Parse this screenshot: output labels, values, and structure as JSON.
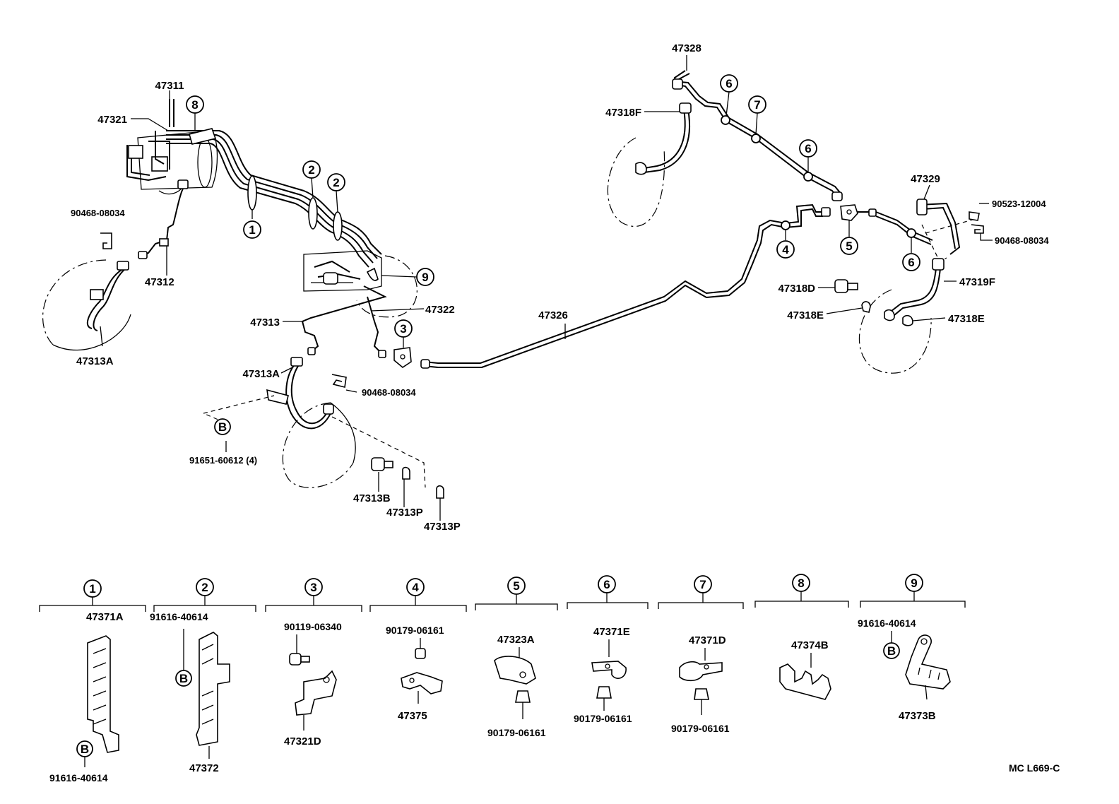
{
  "diagram": {
    "code": "MC L669-C",
    "callouts": {
      "c1": "1",
      "c2": "2",
      "c3": "3",
      "c4": "4",
      "c5": "5",
      "c6": "6",
      "c7": "7",
      "c8": "8",
      "c9": "9",
      "b": "B"
    },
    "labels": {
      "p47328": "47328",
      "p47318F": "47318F",
      "p47311": "47311",
      "p47321": "47321",
      "p90468_a": "90468-08034",
      "p47312": "47312",
      "p47313A_left": "47313A",
      "p47313": "47313",
      "p47322": "47322",
      "p47326": "47326",
      "p47313A_mid": "47313A",
      "p90468_b": "90468-08034",
      "p91651": "91651-60612 (4)",
      "p47313B": "47313B",
      "p47313P_a": "47313P",
      "p47313P_b": "47313P",
      "p47329": "47329",
      "p90523": "90523-12004",
      "p90468_c": "90468-08034",
      "p47318D": "47318D",
      "p47319F": "47319F",
      "p47318E_a": "47318E",
      "p47318E_b": "47318E"
    },
    "legend": [
      {
        "num": "1",
        "parts": [
          "47371A",
          "91616-40614"
        ]
      },
      {
        "num": "2",
        "parts": [
          "91616-40614",
          "47372"
        ]
      },
      {
        "num": "3",
        "parts": [
          "90119-06340",
          "47321D"
        ]
      },
      {
        "num": "4",
        "parts": [
          "90179-06161",
          "47375"
        ]
      },
      {
        "num": "5",
        "parts": [
          "47323A",
          "90179-06161"
        ]
      },
      {
        "num": "6",
        "parts": [
          "47371E",
          "90179-06161"
        ]
      },
      {
        "num": "7",
        "parts": [
          "47371D",
          "90179-06161"
        ]
      },
      {
        "num": "8",
        "parts": [
          "47374B"
        ]
      },
      {
        "num": "9",
        "parts": [
          "91616-40614",
          "47373B"
        ]
      }
    ]
  }
}
